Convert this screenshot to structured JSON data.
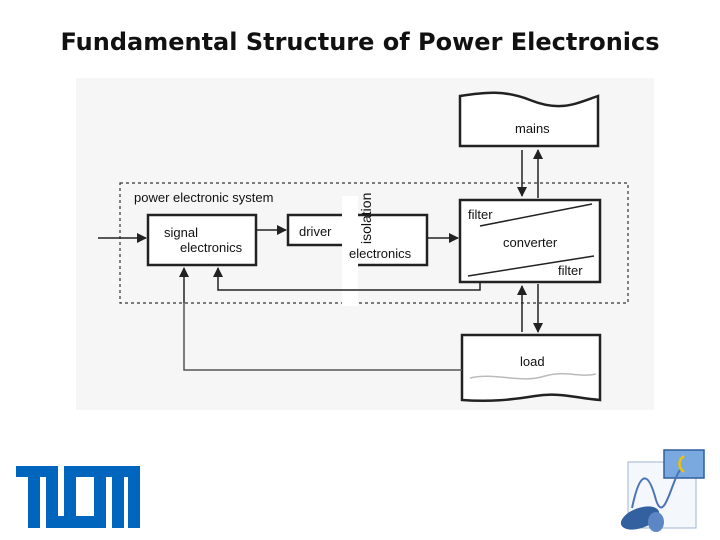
{
  "slide": {
    "title": "Fundamental Structure of Power Electronics"
  },
  "diagram": {
    "mains": "mains",
    "system_label": "power electronic system",
    "signal_electronics_line1": "signal",
    "signal_electronics_line2": "electronics",
    "driver": "driver",
    "isolation": "isolation",
    "power_electronics_fragment": "electronics",
    "filter_in": "filter",
    "converter": "converter",
    "filter_out": "filter",
    "load": "load"
  },
  "colors": {
    "tum_blue": "#0065bd",
    "line": "#222222",
    "panel_bg": "#f6f6f6"
  },
  "logos": {
    "left": "TUM",
    "right": "institute-logo"
  }
}
